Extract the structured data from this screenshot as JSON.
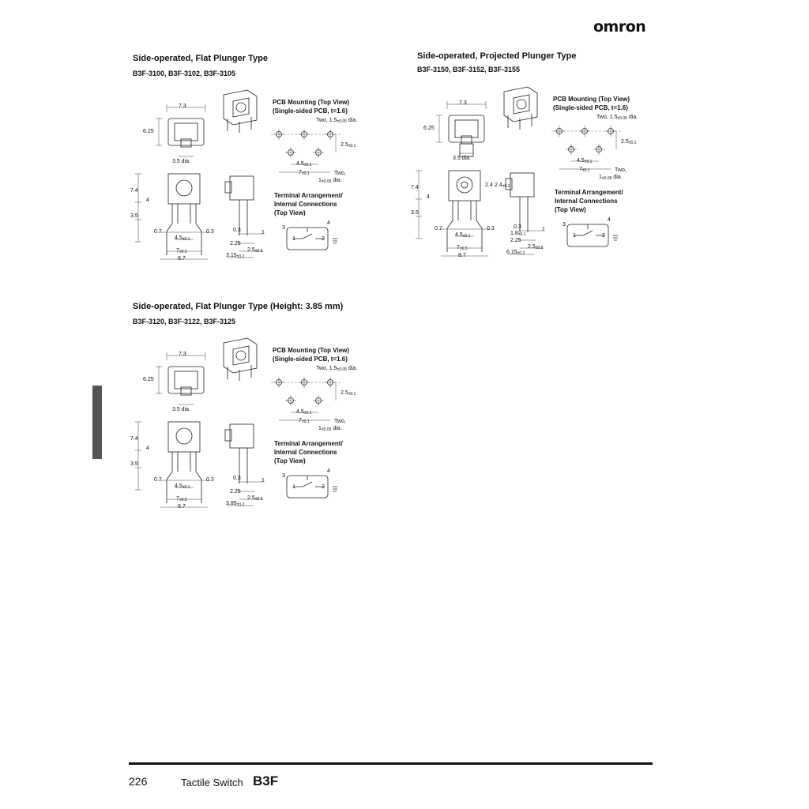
{
  "brand": "omron",
  "sections": [
    {
      "title": "Side-operated, Flat Plunger Type",
      "models": "B3F-3100, B3F-3102, B3F-3105",
      "pcb_title": "PCB Mounting (Top View)",
      "pcb_sub": "(Single-sided PCB, t=1.6)",
      "term_title": "Terminal Arrangement/",
      "term_sub": "Internal Connections",
      "term_view": "(Top View)",
      "dims": {
        "width": "7.3",
        "height": "6.25",
        "dia": "3.5 dia.",
        "h74": "7.4",
        "h4": "4",
        "h35": "3.5",
        "d07": "0.7",
        "d03": "0.3",
        "s45": "4.5",
        "s45t": "±0.1",
        "s7": "7",
        "s7t": "±0.5",
        "w87": "8.7",
        "c03": "0.3",
        "c225": "2.25",
        "c25": "2.5",
        "c25t": "±0.5",
        "cw": "3.15",
        "cwt": "±0.2",
        "n1": "1"
      },
      "pcb": {
        "two15": "Two, 1.5",
        "two15t": "±0.05",
        "two15d": " dia.",
        "p25": "2.5",
        "p25t": "±0.1",
        "p45": "4.5",
        "p45t": "±0.1",
        "p7": "7",
        "p7t": "±0.1",
        "two": "Two,",
        "one": "1",
        "onet": "±0.05",
        "oned": " dia."
      },
      "pins": {
        "p1": "1",
        "p2": "2",
        "p3": "3",
        "p4": "4"
      }
    },
    {
      "title": "Side-operated, Projected Plunger Type",
      "models": "B3F-3150, B3F-3152, B3F-3155",
      "pcb_title": "PCB Mounting (Top View)",
      "pcb_sub": "(Single-sided PCB, t=1.6)",
      "term_title": "Terminal Arrangement/",
      "term_sub": "Internal Connections",
      "term_view": "(Top View)",
      "dims": {
        "width": "7.3",
        "height": "6.25",
        "dia": "3.5 dia.",
        "h74": "7.4",
        "h4": "4",
        "h35": "3.5",
        "d07": "0.7",
        "d03": "0.3",
        "s45": "4.5",
        "s45t": "±0.1",
        "s7": "7",
        "s7t": "±0.5",
        "w87": "8.7",
        "c03": "0.3",
        "c225": "2.25",
        "c25": "2.5",
        "c25t": "±0.5",
        "cw": "6.15",
        "cwt": "±0.2",
        "n1": "1",
        "c18": "1.8",
        "c18t": "±0.1",
        "c24a": "2.4",
        "c24b": "2.4",
        "c24bt": "±0.1"
      },
      "pcb": {
        "two15": "Two, 1.5",
        "two15t": "±0.05",
        "two15d": " dia.",
        "p25": "2.5",
        "p25t": "±0.1",
        "p45": "4.5",
        "p45t": "±0.1",
        "p7": "7",
        "p7t": "±0.1",
        "two": "Two,",
        "one": "1",
        "onet": "±0.05",
        "oned": " dia."
      },
      "pins": {
        "p1": "1",
        "p2": "2",
        "p3": "3",
        "p4": "4"
      }
    },
    {
      "title": "Side-operated, Flat Plunger Type (Height: 3.85 mm)",
      "models": "B3F-3120, B3F-3122, B3F-3125",
      "pcb_title": "PCB Mounting (Top View)",
      "pcb_sub": "(Single-sided PCB, t=1.6)",
      "term_title": "Terminal Arrangement/",
      "term_sub": "Internal Connections",
      "term_view": "(Top View)",
      "dims": {
        "width": "7.3",
        "height": "6.25",
        "dia": "3.5 dia.",
        "h74": "7.4",
        "h4": "4",
        "h35": "3.5",
        "d07": "0.7",
        "d03": "0.3",
        "s45": "4.5",
        "s45t": "±0.1",
        "s7": "7",
        "s7t": "±0.5",
        "w87": "8.7",
        "c03": "0.3",
        "c225": "2.25",
        "c25": "2.5",
        "c25t": "±0.5",
        "cw": "3.85",
        "cwt": "±0.2",
        "n1": "1"
      },
      "pcb": {
        "two15": "Two, 1.5",
        "two15t": "±0.05",
        "two15d": " dia.",
        "p25": "2.5",
        "p25t": "±0.1",
        "p45": "4.5",
        "p45t": "±0.1",
        "p7": "7",
        "p7t": "±0.1",
        "two": "Two,",
        "one": "1",
        "onet": "±0.05",
        "oned": " dia."
      },
      "pins": {
        "p1": "1",
        "p2": "2",
        "p3": "3",
        "p4": "4"
      }
    }
  ],
  "footer": {
    "page_number": "226",
    "product_name": "Tactile Switch",
    "product_model": "B3F"
  }
}
